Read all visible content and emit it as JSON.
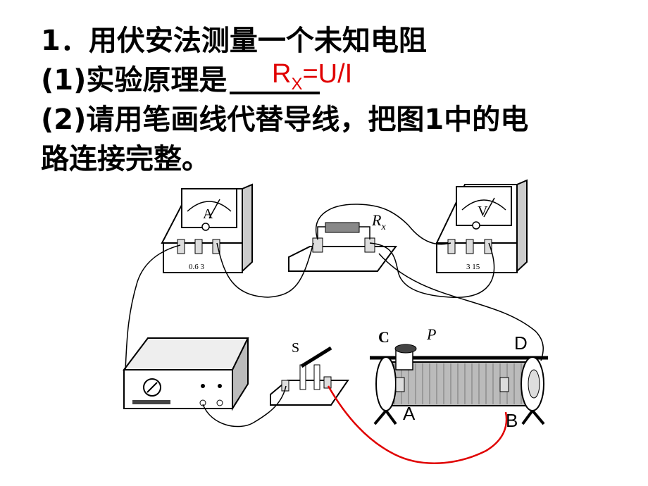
{
  "question": {
    "line1": "1．用伏安法测量一个未知电阻",
    "line2_prefix": "(1)实验原理是",
    "answer_R": "R",
    "answer_sub": "X",
    "answer_rest": "=U/I",
    "line3": "(2)请用笔画线代替导线，把图1中的电",
    "line4": "路连接完整。"
  },
  "figure": {
    "ammeter_symbol": "A",
    "ammeter_terminals": "0.6  3",
    "voltmeter_symbol": "V",
    "voltmeter_terminals": "3  15",
    "resistor_label_main": "R",
    "resistor_label_sub": "x",
    "switch_label": "S",
    "rheostat_label_C": "C",
    "rheostat_label_P": "P",
    "rheostat_label_D": "D",
    "rheostat_label_A": "A",
    "rheostat_label_B": "B"
  },
  "colors": {
    "answer": "#e00000",
    "drawn_wire": "#e00000"
  }
}
